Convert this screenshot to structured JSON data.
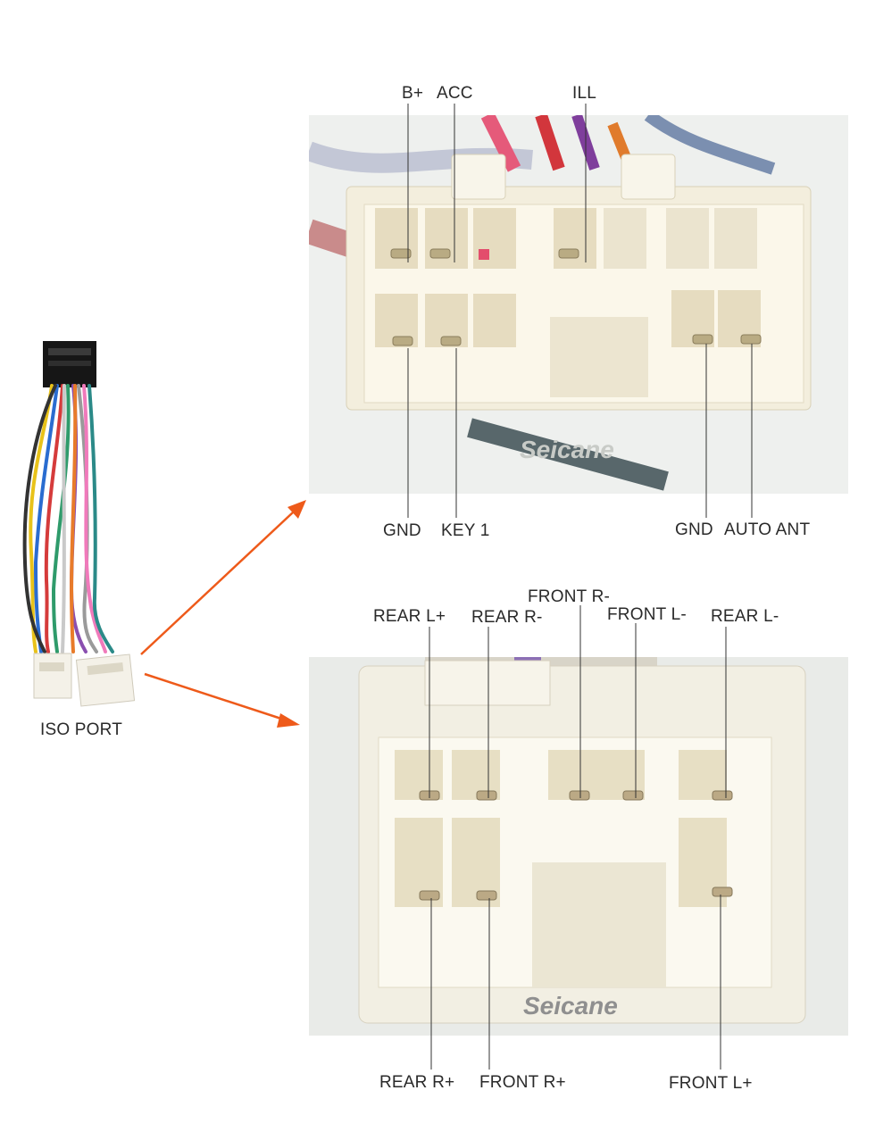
{
  "iso_port": {
    "label": "ISO PORT"
  },
  "connector_top": {
    "labels_top": [
      "B+",
      "ACC",
      "ILL"
    ],
    "labels_bottom": [
      "GND",
      "KEY 1",
      "GND",
      "AUTO ANT"
    ],
    "watermark": "Seicane"
  },
  "connector_bottom": {
    "labels_top": [
      "REAR L+",
      "REAR R-",
      "FRONT R-",
      "FRONT L-",
      "REAR L-"
    ],
    "labels_bottom": [
      "REAR R+",
      "FRONT R+",
      "FRONT L+"
    ],
    "watermark": "Seicane"
  },
  "colors": {
    "arrow": "#ee5a1a",
    "leader": "#333333",
    "connector_body": "#f3eedd"
  }
}
